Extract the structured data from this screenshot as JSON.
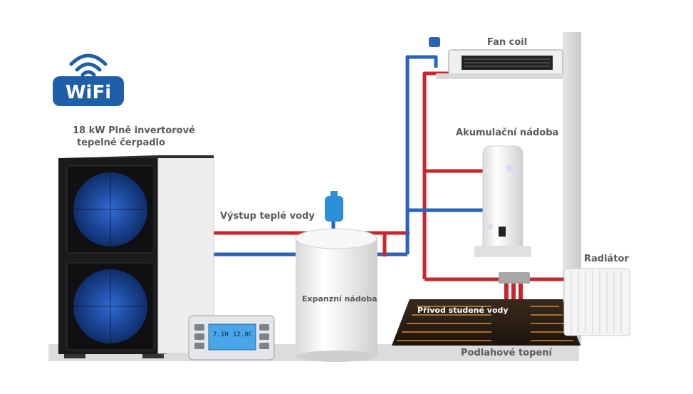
{
  "wifi": {
    "text": "WiFi"
  },
  "labels": {
    "heat_pump_line1": "18 kW Plně invertorové",
    "heat_pump_line2": "tepelné čerpadlo",
    "hot_water_out": "Výstup teplé vody",
    "expansion_tank": "Expanzní nádoba",
    "fan_coil": "Fan coil",
    "buffer_tank": "Akumulační nádoba",
    "radiator": "Radiátor",
    "cold_supply": "Přívod studené vody",
    "floor_heating": "Podlahové topení"
  },
  "controller": {
    "display_left": "7.1H",
    "display_right": "12.0C"
  },
  "colors": {
    "hot_pipe": "#c8262a",
    "cold_pipe": "#2a63b8",
    "wifi_blue": "#1f5fa8",
    "unit_dark": "#1b1b1d",
    "fan_blue": "#1d4fa8"
  }
}
